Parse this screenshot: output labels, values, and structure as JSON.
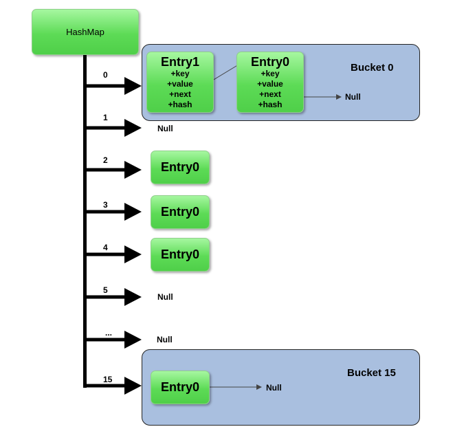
{
  "hashmap": {
    "label": "HashMap"
  },
  "buckets": [
    {
      "label": "Bucket 0"
    },
    {
      "label": "Bucket 15"
    }
  ],
  "indices": [
    "0",
    "1",
    "2",
    "3",
    "4",
    "5",
    "...",
    "15"
  ],
  "entry_fields": [
    "+key",
    "+value",
    "+next",
    "+hash"
  ],
  "nodes": {
    "entry1": "Entry1",
    "entry0": "Entry0"
  },
  "null_label": "Null",
  "colors": {
    "node_green": "#5ddb56",
    "bucket_blue": "#a9bfdf",
    "spine": "#000000",
    "link": "#444444"
  }
}
